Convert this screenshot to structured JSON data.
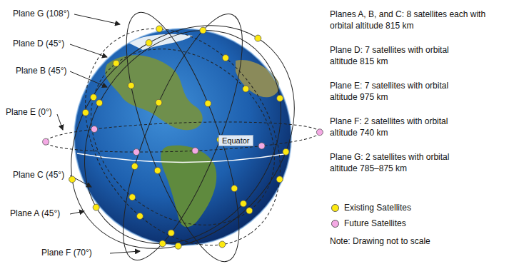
{
  "diagram": {
    "labels": [
      "Plane G (108°)",
      "Plane D (45°)",
      "Plane B (45°)",
      "Plane E (0°)",
      "Plane C (45°)",
      "Plane A (45°)",
      "Plane F (70°)",
      "Equator",
      "Planes A, B, and C: 8 satellites each with orbital altitude 815 km",
      "Plane D: 7 satellites with orbital altitude 815 km",
      "Plane E: 7 satellites with orbital altitude 975 km",
      "Plane F: 2 satellites with orbital altitude 740 km",
      "Plane G: 2 satellites with orbital altitude 785–875 km",
      "Note: Drawing not to scale"
    ],
    "legend": [
      {
        "text": "Existing Satellites",
        "color": "#fde910"
      },
      {
        "text": "Future Satellites",
        "color": "#f4a9e4"
      }
    ]
  }
}
